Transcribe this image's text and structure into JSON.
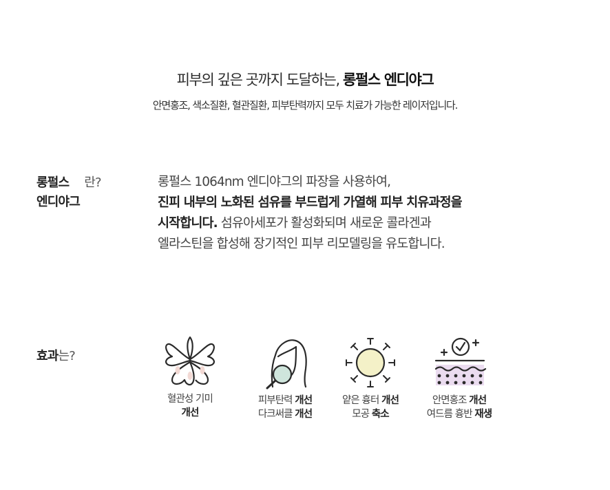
{
  "hero": {
    "title_light": "피부의 깊은 곳까지 도달하는,",
    "title_bold": "롱펄스 엔디야그",
    "subtitle": "안면홍조, 색소질환, 혈관질환, 피부탄력까지 모두 치료가 가능한 레이저입니다."
  },
  "definition": {
    "label_word1": "롱펄스",
    "label_suffix": "란?",
    "label_word2": "엔디야그",
    "line1": "롱펄스 1064nm 엔디야그의 파장을 사용하여,",
    "line2_bold": "진피 내부의 노화된 섬유를 부드럽게 가열해 피부 치유과정을",
    "line3_bold": "시작합니다.",
    "line3_rest": " 섬유아세포가 활성화되며 새로운 콜라겐과",
    "line4": "엘라스틴을 합성해 장기적인 피부 리모델링을 유도합니다."
  },
  "effects": {
    "label_bold": "효과",
    "label_light": "는?",
    "items": [
      {
        "icon": "vascular-pigment-icon",
        "line1": "혈관성 기미",
        "line1_bold": "",
        "line2": "",
        "line2_bold": "개선"
      },
      {
        "icon": "face-magnifier-icon",
        "line1": "피부탄력 ",
        "line1_bold": "개선",
        "line2": "다크써클 ",
        "line2_bold": "개선"
      },
      {
        "icon": "sun-spot-icon",
        "line1": "얕은 흉터 ",
        "line1_bold": "개선",
        "line2": "모공 ",
        "line2_bold": "축소"
      },
      {
        "icon": "skin-layer-check-icon",
        "line1": "안면홍조 ",
        "line1_bold": "개선",
        "line2": "여드름 흉반 ",
        "line2_bold": "재생"
      }
    ]
  },
  "colors": {
    "pink_accent": "#f2d9d4",
    "mint_accent": "#cfe5dc",
    "yellow_accent": "#f4f1c8",
    "purple_accent": "#ebdcf0",
    "line_dark": "#2a2a2a"
  }
}
